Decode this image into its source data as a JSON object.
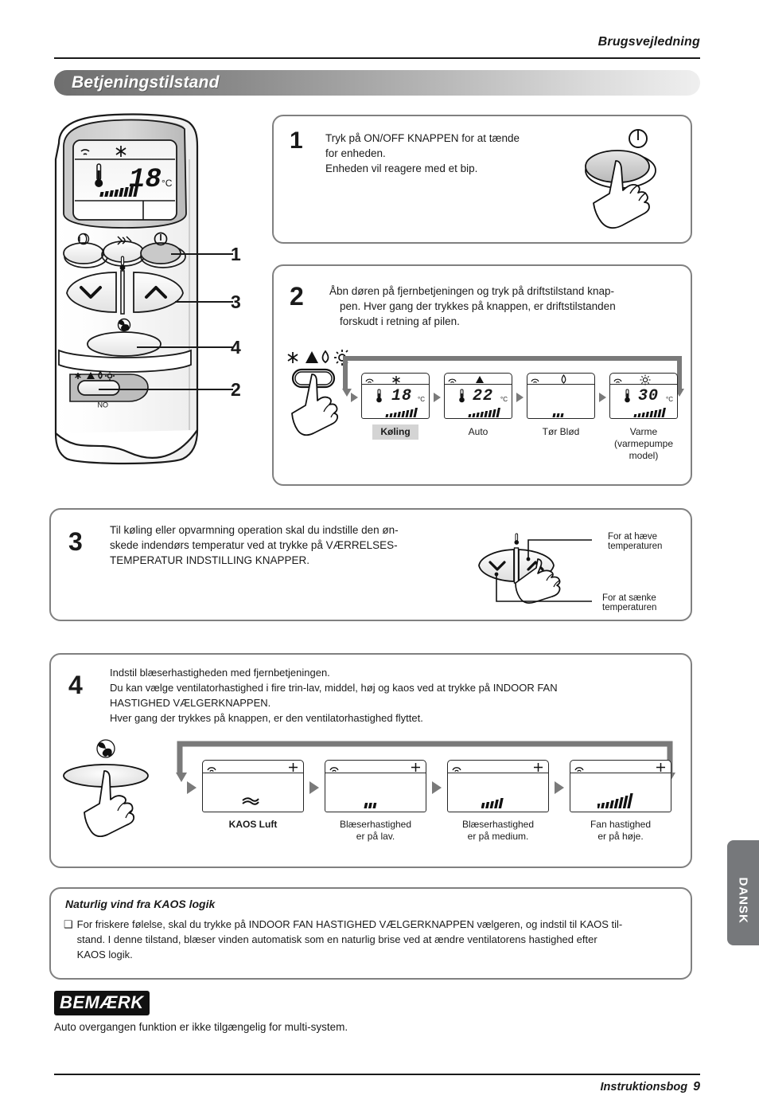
{
  "header": {
    "running_head": "Brugsvejledning",
    "section_title": "Betjeningstilstand"
  },
  "remote": {
    "display": {
      "temp": "18",
      "unit": "°C"
    },
    "callouts": [
      {
        "num": "1",
        "target": "on-off-button"
      },
      {
        "num": "3",
        "target": "temperature-buttons"
      },
      {
        "num": "4",
        "target": "fan-speed-button"
      },
      {
        "num": "2",
        "target": "mode-button"
      }
    ],
    "mode_button_label": "ON"
  },
  "steps": [
    {
      "num": "1",
      "lines": [
        "Tryk på ON/OFF KNAPPEN for at tænde",
        "for enheden.",
        "Enheden vil reagere med et bip."
      ]
    },
    {
      "num": "2",
      "lines": [
        "Åbn døren på fjernbetjeningen og tryk på driftstilstand knap-",
        "pen. Hver gang der trykkes på knappen, er driftstilstanden",
        "forskudt i retning af pilen."
      ],
      "modes": [
        {
          "label": "Køling",
          "sublabel": "",
          "highlight": true,
          "icon": "snowflake-icon",
          "temp": "18",
          "unit": "°C",
          "bars": 8,
          "show_temp": true
        },
        {
          "label": "Auto",
          "sublabel": "",
          "highlight": false,
          "icon": "auto-triangle-icon",
          "temp": "22",
          "unit": "°C",
          "bars": 8,
          "show_temp": true
        },
        {
          "label": "Tør Blød",
          "sublabel": "",
          "highlight": false,
          "icon": "water-drop-icon",
          "temp": "",
          "unit": "",
          "bars": 3,
          "show_temp": false
        },
        {
          "label": "Varme",
          "sublabel": "(varmepumpe\nmodel)",
          "highlight": false,
          "icon": "sun-icon",
          "temp": "30",
          "unit": "°C",
          "bars": 8,
          "show_temp": true
        }
      ]
    },
    {
      "num": "3",
      "lines": [
        "Til køling eller opvarmning operation skal du indstille den øn-",
        "skede indendørs temperatur ved at trykke på VÆRRELSES-",
        "TEMPERATUR INDSTILLING KNAPPER."
      ],
      "annotations": {
        "raise": "For at hæve temperaturen",
        "lower": "For at sænke temperaturen"
      }
    },
    {
      "num": "4",
      "lines": [
        "Indstil blæserhastigheden med fjernbetjeningen.",
        "Du kan vælge ventilatorhastighed i fire trin-lav, middel, høj og kaos ved at trykke på INDOOR FAN",
        "HASTIGHED VÆLGERKNAPPEN.",
        "Hver gang der trykkes på knappen, er den ventilatorhastighed flyttet."
      ],
      "fan_states": [
        {
          "label": "KAOS Luft",
          "sublabel": "",
          "bold": true,
          "bars": 0,
          "chaos": true
        },
        {
          "label": "Blæserhastighed",
          "sublabel": "er på lav.",
          "bold": false,
          "bars": 3,
          "chaos": false
        },
        {
          "label": "Blæserhastighed",
          "sublabel": "er på medium.",
          "bold": false,
          "bars": 5,
          "chaos": false
        },
        {
          "label": "Fan hastighed",
          "sublabel": "er på høje.",
          "bold": false,
          "bars": 8,
          "chaos": false
        }
      ]
    }
  ],
  "note": {
    "title": "Naturlig vind fra KAOS logik",
    "bullet": "❑",
    "lines": [
      "For friskere følelse, skal du trykke på INDOOR FAN HASTIGHED VÆLGERKNAPPEN vælgeren, og indstil til KAOS til-",
      "stand. I denne tilstand, blæser vinden automatisk som en naturlig brise ved at ændre ventilatorens hastighed efter",
      "KAOS logik."
    ]
  },
  "remark": {
    "badge": "BEMÆRK",
    "text": "Auto overgangen funktion er ikke tilgængelig for multi-system."
  },
  "side_tab": {
    "label": "DANSK"
  },
  "footer": {
    "label": "Instruktionsbog",
    "page": "9"
  },
  "colors": {
    "accent_gray": "#808080",
    "tab_gray": "#76787b",
    "highlight": "#d4d4d4",
    "flow_arrow": "#7a7a7a"
  }
}
